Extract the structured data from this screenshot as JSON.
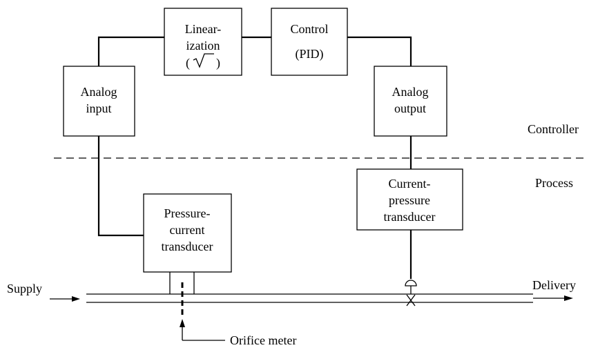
{
  "blocks": {
    "linearization": {
      "lines": [
        "Linear-",
        "ization",
        "(",
        ")"
      ]
    },
    "control": {
      "lines": [
        "Control",
        "(PID)"
      ]
    },
    "analog_input": {
      "lines": [
        "Analog",
        "input"
      ]
    },
    "analog_output": {
      "lines": [
        "Analog",
        "output"
      ]
    },
    "pressure_current": {
      "lines": [
        "Pressure-",
        "current",
        "transducer"
      ]
    },
    "current_pressure": {
      "lines": [
        "Current-",
        "pressure",
        "transducer"
      ]
    }
  },
  "zones": {
    "controller": "Controller",
    "process": "Process"
  },
  "labels": {
    "supply": "Supply",
    "delivery": "Delivery",
    "orifice_meter": "Orifice meter"
  },
  "icons": {
    "sqrt": "square-root-symbol",
    "valve": "control-valve-icon"
  }
}
